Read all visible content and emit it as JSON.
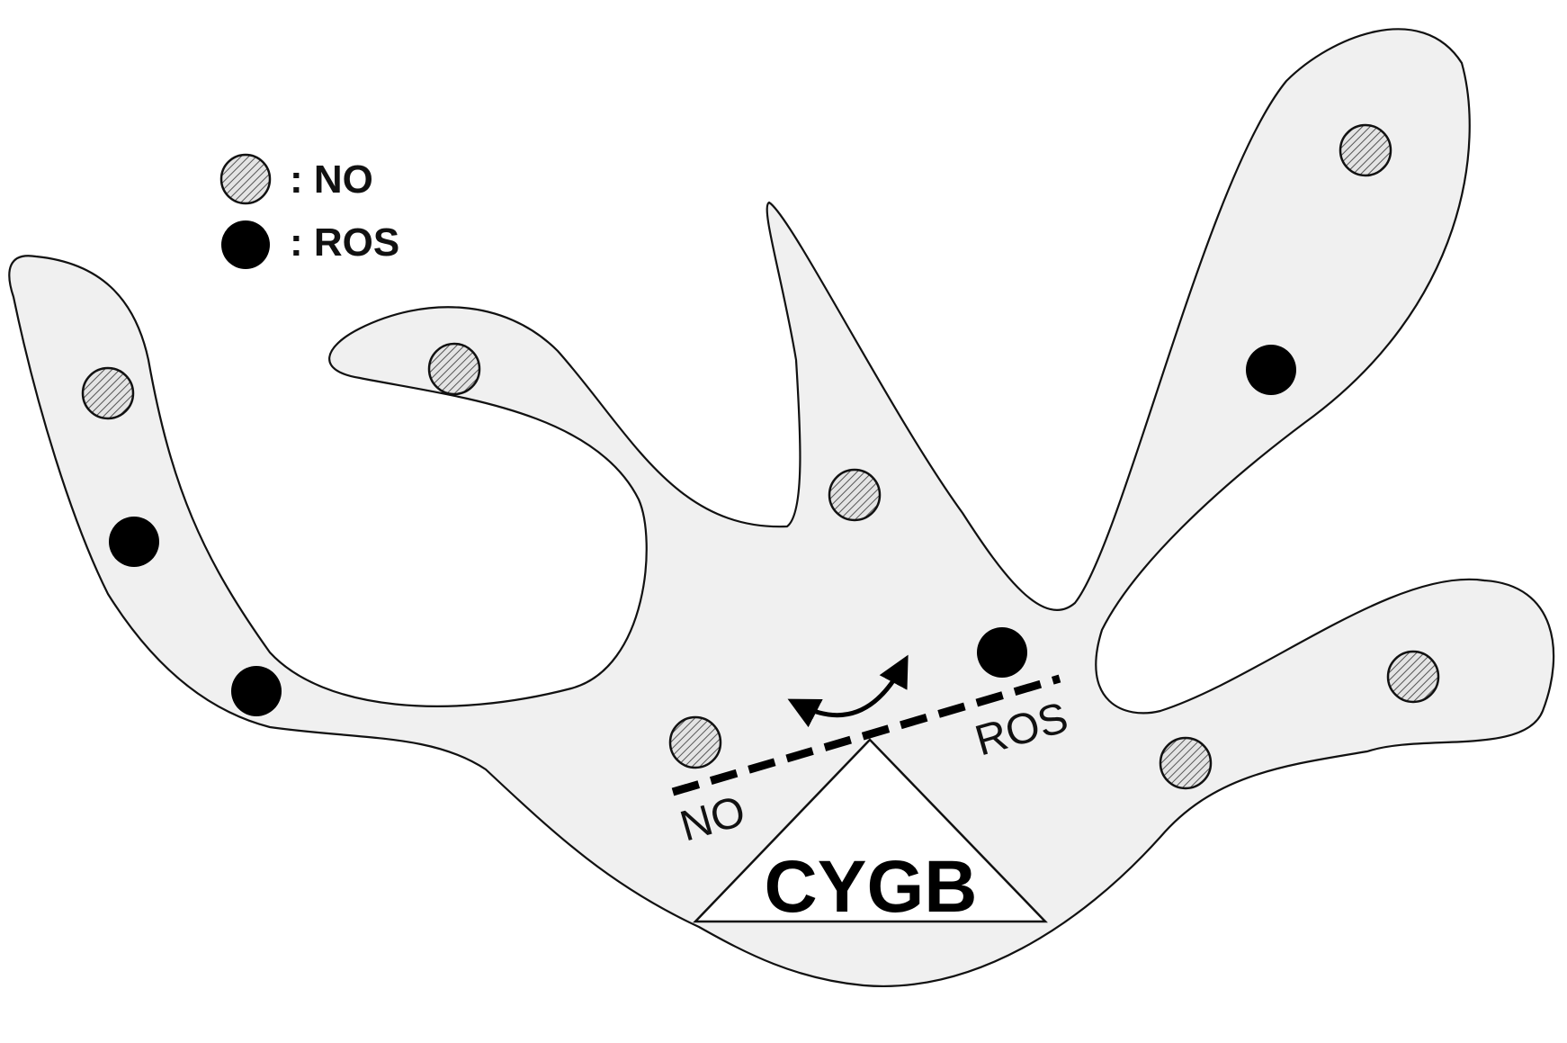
{
  "legend": {
    "no": ": NO",
    "ros": ": ROS"
  },
  "balance": {
    "left_label": "NO",
    "right_label": "ROS"
  },
  "enzyme": {
    "label": "CYGB"
  },
  "particles": [
    {
      "kind": "NO"
    },
    {
      "kind": "ROS"
    },
    {
      "kind": "ROS"
    },
    {
      "kind": "NO"
    },
    {
      "kind": "NO"
    },
    {
      "kind": "NO"
    },
    {
      "kind": "ROS"
    },
    {
      "kind": "NO"
    },
    {
      "kind": "ROS"
    },
    {
      "kind": "NO"
    },
    {
      "kind": "NO"
    }
  ],
  "colors": {
    "cell_fill": "#f0f0f0",
    "outline": "#111111",
    "ros": "#000000",
    "no_hatch": "#555555",
    "no_bg": "#e4e4e4"
  }
}
